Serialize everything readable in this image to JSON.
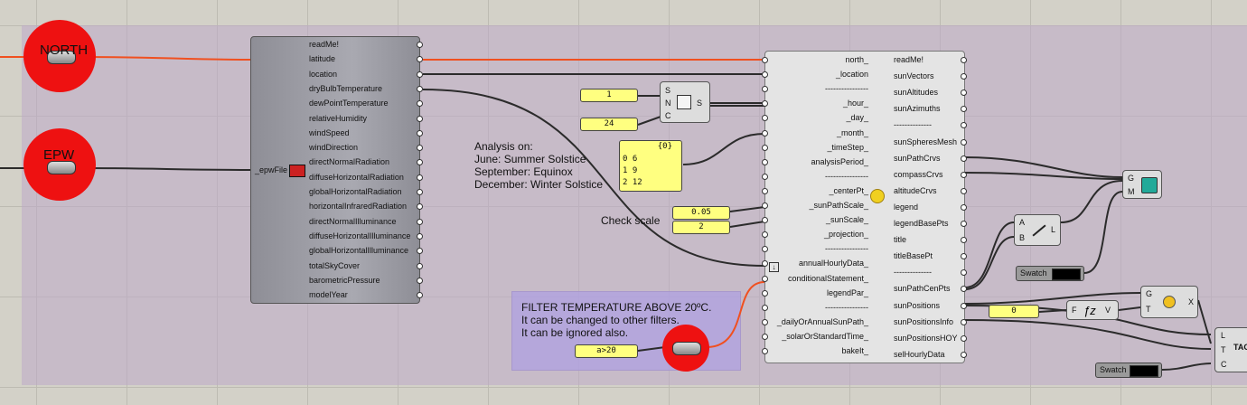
{
  "north": {
    "label": "NORTH"
  },
  "epw": {
    "label": "EPW"
  },
  "import_epw": {
    "input": "_epwFile",
    "outputs": [
      "readMe!",
      "latitude",
      "location",
      "dryBulbTemperature",
      "dewPointTemperature",
      "relativeHumidity",
      "windSpeed",
      "windDirection",
      "directNormalRadiation",
      "diffuseHorizontalRadiation",
      "globalHorizontalRadiation",
      "horizontalInfraredRadiation",
      "directNormalIlluminance",
      "diffuseHorizontalIlluminance",
      "globalHorizontalIlluminance",
      "totalSkyCover",
      "barometricPressure",
      "modelYear"
    ]
  },
  "series": {
    "value_1": "1",
    "value_24": "24",
    "ports": [
      "S",
      "N",
      "C"
    ],
    "out": "S"
  },
  "list_panel": {
    "header": "{0}",
    "rows": [
      [
        "0",
        "6"
      ],
      [
        "1",
        "9"
      ],
      [
        "2",
        "12"
      ]
    ]
  },
  "annotation": {
    "lines": [
      "Analysis on:",
      "June: Summer Solstice",
      "September: Equinox",
      "December: Winter Solstice"
    ]
  },
  "check_scale": {
    "label": "Check scale",
    "value_a": "0.05",
    "value_b": "2"
  },
  "filter_note": {
    "lines": [
      "FILTER TEMPERATURE ABOVE 20ºC.",
      "It can be changed to other filters.",
      "It can be ignored also."
    ]
  },
  "filter_value": "a>20",
  "sunpath": {
    "inputs": [
      "north_",
      "_location",
      "----------------",
      "_hour_",
      "_day_",
      "_month_",
      "_timeStep_",
      "analysisPeriod_",
      "----------------",
      "_centerPt_",
      "_sunPathScale_",
      "_sunScale_",
      "_projection_",
      "----------------",
      "annualHourlyData_",
      "conditionalStatement_",
      "legendPar_",
      "----------------",
      "_dailyOrAnnualSunPath_",
      "_solarOrStandardTime_",
      "bakeIt_"
    ],
    "outputs": [
      "readMe!",
      "sunVectors",
      "sunAltitudes",
      "sunAzimuths",
      "--------------",
      "sunSpheresMesh",
      "sunPathCrvs",
      "compassCrvs",
      "altitudeCrvs",
      "legend",
      "legendBasePts",
      "title",
      "titleBasePt",
      "--------------",
      "sunPathCenPts",
      "sunPositions",
      "sunPositionsInfo",
      "sunPositionsHOY",
      "selHourlyData"
    ]
  },
  "line_comp": {
    "a": "A",
    "b": "B",
    "l": "L"
  },
  "preview": {
    "g": "G",
    "m": "M"
  },
  "swatch1": "Swatch",
  "swatch2": "Swatch",
  "zero_panel": "0",
  "expr": {
    "f": "F",
    "v": "V"
  },
  "sphere": {
    "g": "G",
    "t": "T",
    "x": "X"
  },
  "tag": {
    "l": "L",
    "t": "T",
    "c": "C",
    "title": "TAG"
  },
  "colors": {
    "wire_red": "#f05020",
    "wire_dark": "#2b2b2b",
    "panel_yellow": "#ffff80",
    "red_param": "#ee1111"
  }
}
